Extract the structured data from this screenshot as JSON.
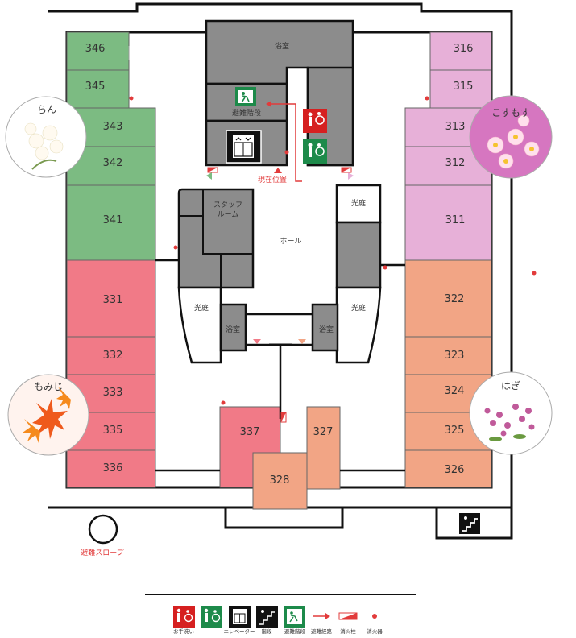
{
  "colors": {
    "ran": "#7cbb82",
    "kosumosu": "#e7b0d8",
    "momiji": "#f17a87",
    "hagi": "#f2a585",
    "service": "#8c8c8c",
    "accent": "#e23b3b",
    "exit_green": "#1d8a4a"
  },
  "areas": {
    "ran": "らん",
    "kosumosu": "こすもす",
    "momiji": "もみじ",
    "hagi": "はぎ"
  },
  "rooms": {
    "r346": "346",
    "r345": "345",
    "r343": "343",
    "r342": "342",
    "r341": "341",
    "r316": "316",
    "r315": "315",
    "r313": "313",
    "r312": "312",
    "r311": "311",
    "r331": "331",
    "r332": "332",
    "r333": "333",
    "r335": "335",
    "r336": "336",
    "r322": "322",
    "r323": "323",
    "r324": "324",
    "r325": "325",
    "r326": "326",
    "r337": "337",
    "r328": "328",
    "r327": "327"
  },
  "labels": {
    "bath_top": "浴室",
    "evac_stairs": "避難階段",
    "staff_room_1": "スタッフ",
    "staff_room_2": "ルーム",
    "hall": "ホール",
    "courtyard_right_top": "光庭",
    "courtyard_left": "光庭",
    "courtyard_right": "光庭",
    "bath_left": "浴室",
    "bath_right": "浴室",
    "current_location": "現在位置",
    "evac_slope": "避難スロープ"
  },
  "legend": {
    "toilet": "お手洗い",
    "elevator": "エレベーター",
    "stairs": "階段",
    "evac_stairs": "避難階段",
    "evac_route": "避難経路",
    "hydrant": "消火栓",
    "extinguisher": "消火器"
  },
  "icons": {
    "toilet_icon": "accessible-toilet-icon",
    "accessible_icon": "wheelchair-icon",
    "elevator_icon": "elevator-icon",
    "stairs_icon": "stairs-icon",
    "emergency_exit_icon": "emergency-exit-icon"
  }
}
